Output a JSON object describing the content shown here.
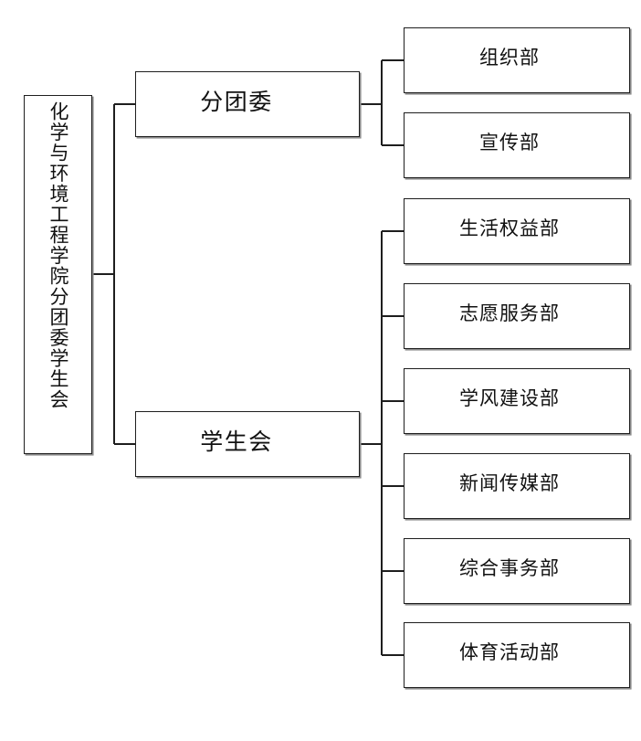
{
  "diagram": {
    "type": "organizational-chart",
    "orientation": "left-to-right",
    "background_color": "#ffffff",
    "line_color": "#1e1e1e",
    "box_fill": "#ffffff",
    "text_color": "#111111",
    "root": {
      "label": "化学与环境工程学院分团委学生会",
      "text_direction": "vertical"
    },
    "branches": [
      {
        "label": "分团委",
        "children": [
          {
            "label": "组织部"
          },
          {
            "label": "宣传部"
          }
        ]
      },
      {
        "label": "学生会",
        "children": [
          {
            "label": "生活权益部"
          },
          {
            "label": "志愿服务部"
          },
          {
            "label": "学风建设部"
          },
          {
            "label": "新闻传媒部"
          },
          {
            "label": "综合事务部"
          },
          {
            "label": "体育活动部"
          }
        ]
      }
    ]
  }
}
